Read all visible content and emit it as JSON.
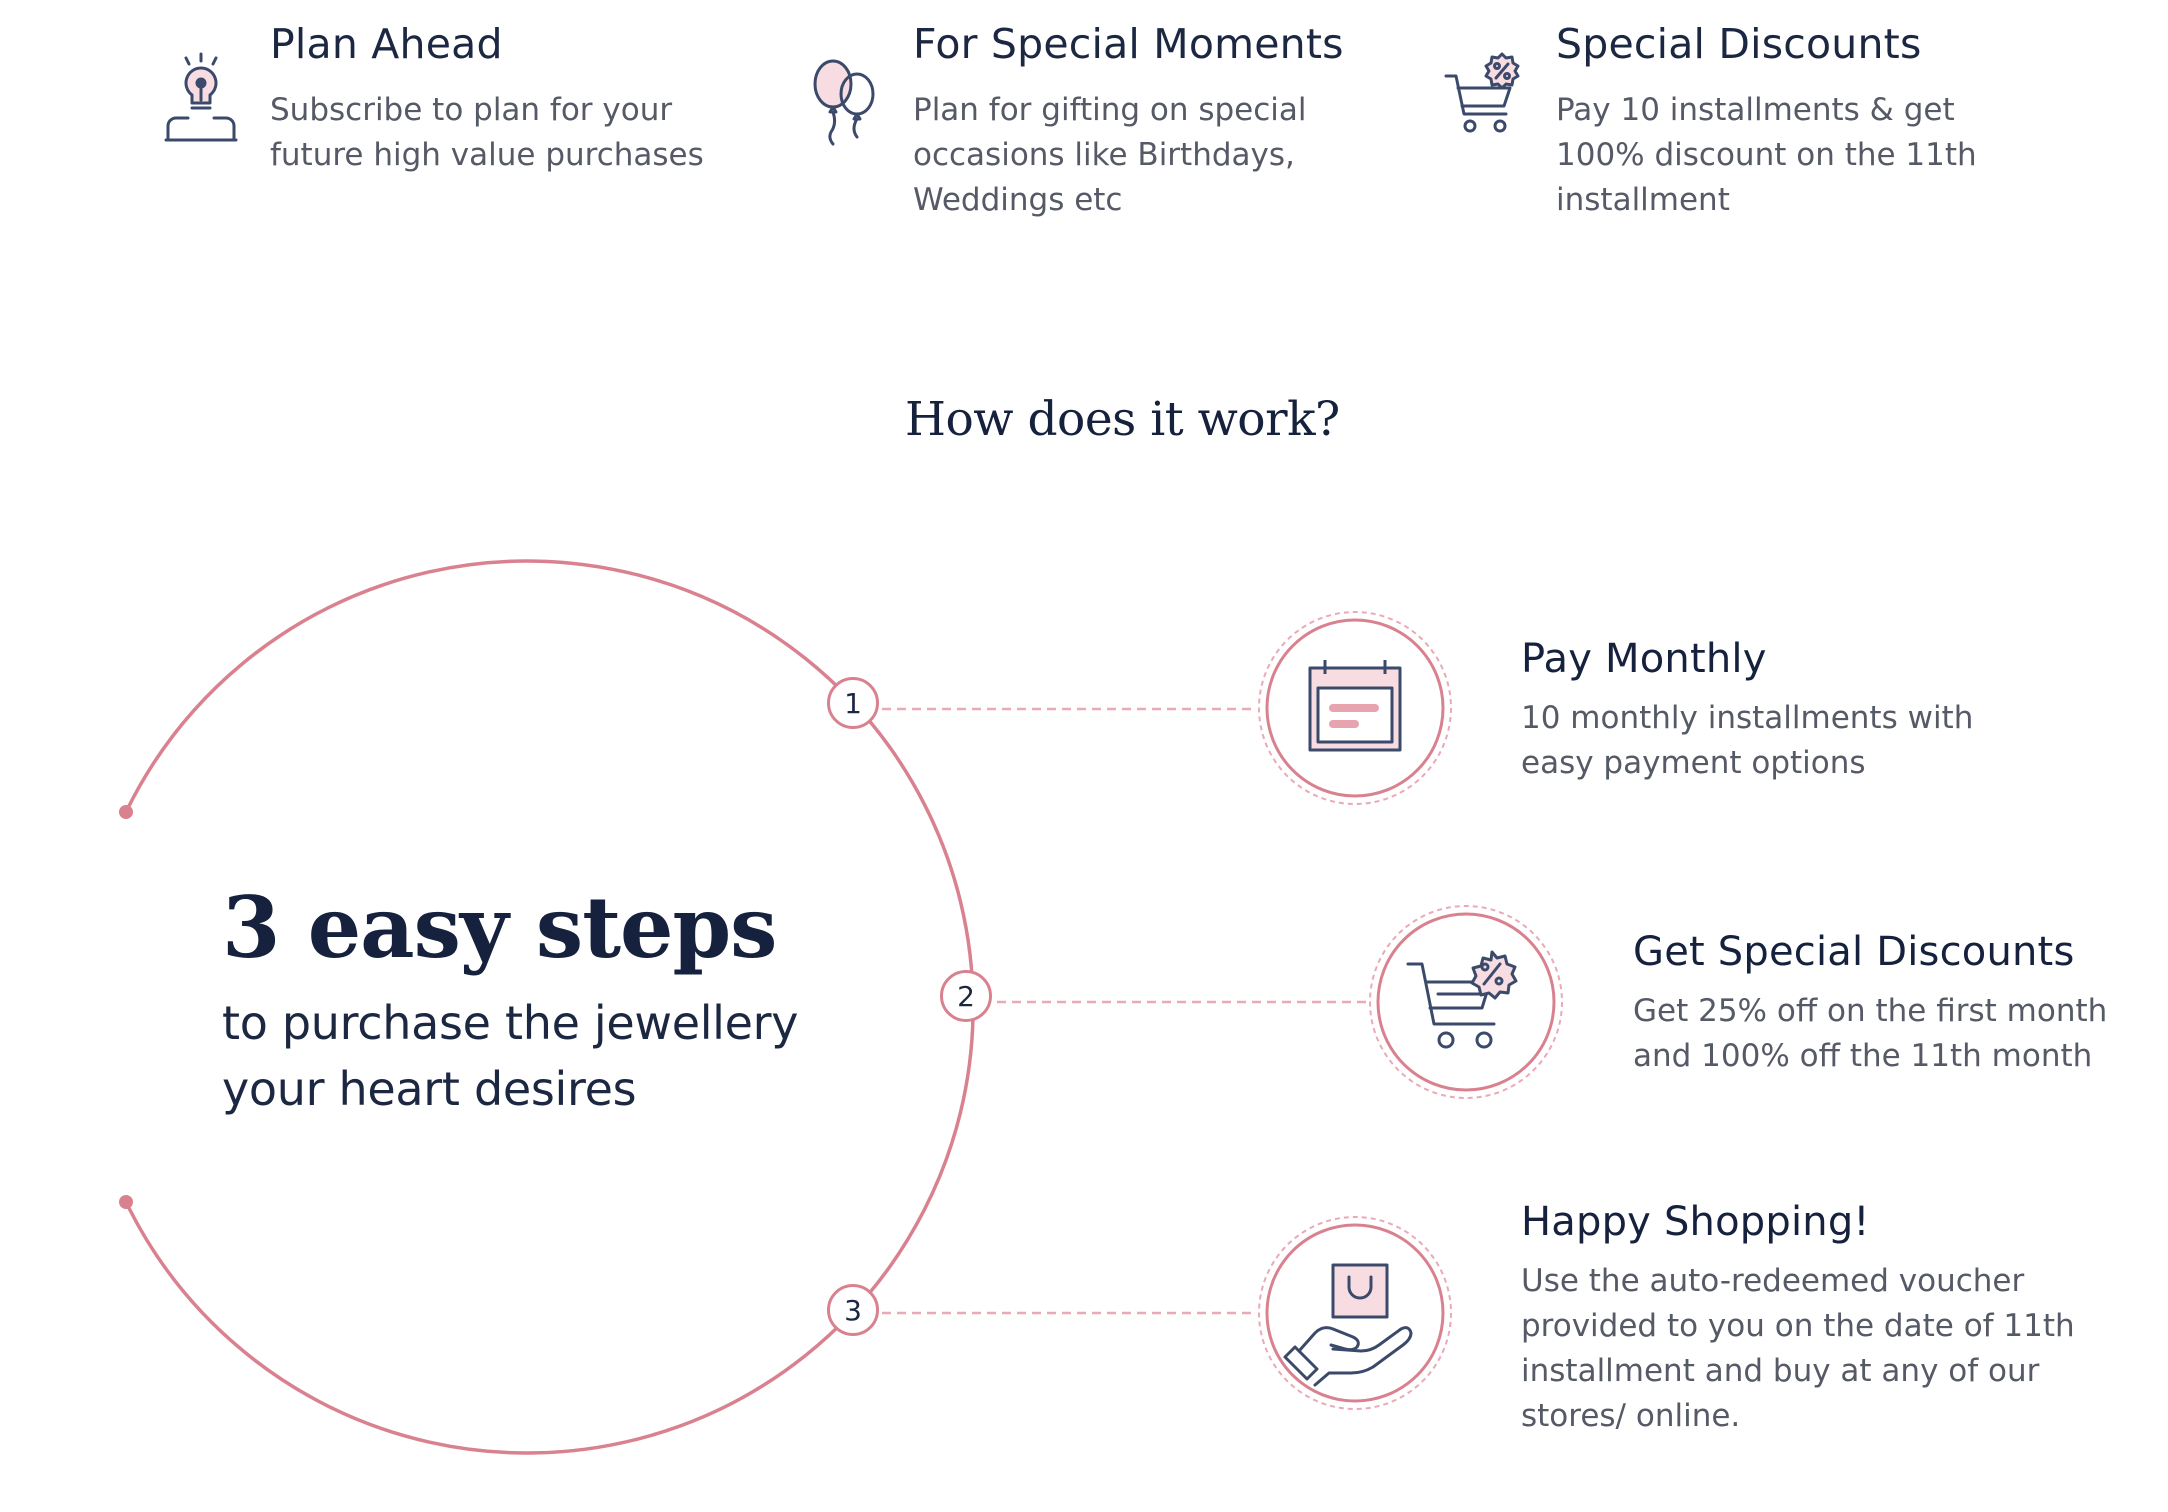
{
  "colors": {
    "accent_pink": "#d9818f",
    "navy": "#15213d",
    "body_text": "#555a66"
  },
  "features": [
    {
      "icon": "lightbulb-person-icon",
      "title": "Plan Ahead",
      "description": "Subscribe to plan for your future high value purchases"
    },
    {
      "icon": "balloons-icon",
      "title": "For Special Moments",
      "description": "Plan for gifting on special occasions like Birthdays, Weddings etc"
    },
    {
      "icon": "discount-cart-icon",
      "title": "Special Discounts",
      "description": "Pay 10 installments & get 100% discount on the 11th installment"
    }
  ],
  "section_title": "How does it work?",
  "hero": {
    "title": "3 easy steps",
    "subtitle": "to purchase the jewellery your heart desires"
  },
  "steps": [
    {
      "number": "1",
      "icon": "calendar-icon",
      "title": "Pay Monthly",
      "description": "10 monthly installments with easy payment options"
    },
    {
      "number": "2",
      "icon": "shopping-cart-discount-icon",
      "title": "Get Special Discounts",
      "description": "Get 25% off on the first month and 100% off the 11th month"
    },
    {
      "number": "3",
      "icon": "gift-bag-hand-icon",
      "title": "Happy Shopping!",
      "description": "Use the auto-redeemed voucher provided to you on the date of 11th installment and buy at any of our stores/ online."
    }
  ]
}
